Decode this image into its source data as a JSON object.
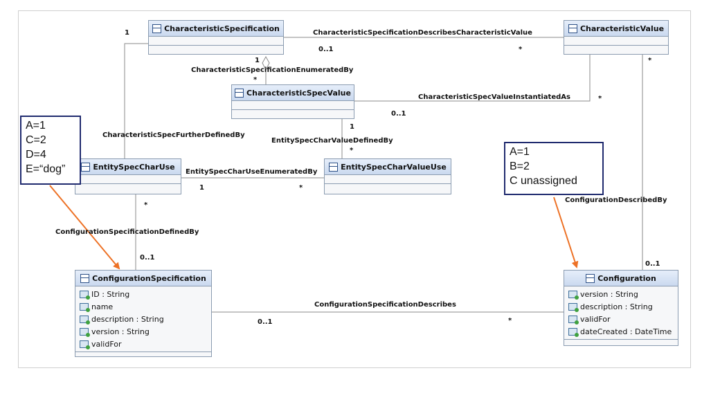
{
  "classes": {
    "characteristic_specification": {
      "name": "CharacteristicSpecification",
      "attributes": []
    },
    "characteristic_value": {
      "name": "CharacteristicValue",
      "attributes": []
    },
    "characteristic_spec_value": {
      "name": "CharacteristicSpecValue",
      "attributes": []
    },
    "entity_spec_char_use": {
      "name": "EntitySpecCharUse",
      "attributes": []
    },
    "entity_spec_char_value_use": {
      "name": "EntitySpecCharValueUse",
      "attributes": []
    },
    "configuration_specification": {
      "name": "ConfigurationSpecification",
      "attributes": [
        "ID : String",
        "name",
        "description : String",
        "version : String",
        "validFor"
      ]
    },
    "configuration": {
      "name": "Configuration",
      "attributes": [
        "version : String",
        "description : String",
        "validFor",
        "dateCreated : DateTime"
      ]
    }
  },
  "associations": {
    "spec_describes_value": "CharacteristicSpecificationDescribesCharacteristicValue",
    "spec_enumerated_by": "CharacteristicSpecificationEnumeratedBy",
    "spec_value_instantiated_as": "CharacteristicSpecValueInstantiatedAs",
    "spec_further_defined_by": "CharacteristicSpecFurtherDefinedBy",
    "char_value_defined_by": "EntitySpecCharValueDefinedBy",
    "char_use_enumerated_by": "EntitySpecCharUseEnumeratedBy",
    "config_spec_defined_by": "ConfigurationSpecificationDefinedBy",
    "config_spec_describes": "ConfigurationSpecificationDescribes",
    "config_described_by": "ConfigurationDescribedBy"
  },
  "multiplicities": {
    "cs_describes_one": "1",
    "cs_describes_src": "0..1",
    "cs_describes_dst": "*",
    "cv_configuration": "*",
    "enum_top": "1",
    "enum_bottom": "*",
    "instantiated_src": "0..1",
    "instantiated_dst": "*",
    "valuedef_top": "1",
    "valuedef_bottom": "*",
    "useenum_src": "1",
    "useenum_dst": "*",
    "defined_top": "*",
    "defined_bottom": "0..1",
    "describes_src": "0..1",
    "describes_dst": "*",
    "config_top": "0..1"
  },
  "notes": {
    "left": [
      "A=1",
      "C=2",
      "D=4",
      "E=“dog”"
    ],
    "right": [
      "A=1",
      "B=2",
      "C unassigned"
    ]
  },
  "colors": {
    "arrow": "#ed7125",
    "note_border": "#1f2a6e",
    "line": "#8a8a8a"
  }
}
